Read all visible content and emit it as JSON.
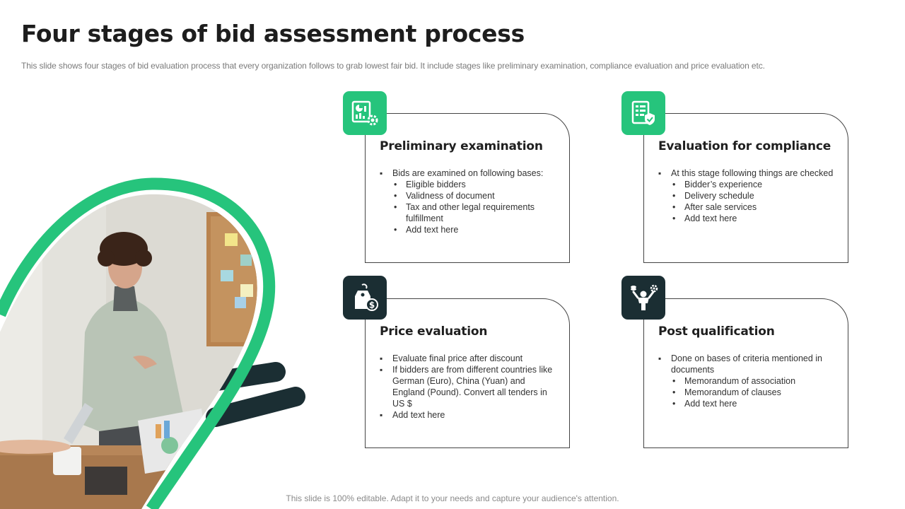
{
  "header": {
    "title": "Four stages of bid assessment process",
    "subtitle": "This slide shows four stages of bid evaluation process that every organization follows to grab lowest fair bid. It include stages like preliminary examination, compliance evaluation and price evaluation etc."
  },
  "colors": {
    "accent_green": "#26c47c",
    "dark_navy": "#1b2e33"
  },
  "stages": [
    {
      "title": "Preliminary examination",
      "icon": "dashboard-report-gear-icon",
      "icon_color": "green",
      "points": [
        {
          "text": "Bids are examined on following bases:",
          "sub": [
            "Eligible bidders",
            "Validness of document",
            "Tax and other legal requirements fulfillment",
            "Add text here"
          ]
        }
      ]
    },
    {
      "title": "Evaluation for compliance",
      "icon": "checklist-shield-icon",
      "icon_color": "green",
      "points": [
        {
          "text": "At this stage following things are checked",
          "sub": [
            "Bidder’s experience",
            "Delivery  schedule",
            "After sale services",
            "Add text here"
          ]
        }
      ]
    },
    {
      "title": "Price evaluation",
      "icon": "price-tag-dollar-icon",
      "icon_color": "dark",
      "points": [
        {
          "text": "Evaluate  final price  after discount",
          "sub": []
        },
        {
          "text": "If bidders are from different  countries like German (Euro),  China (Yuan) and England (Pound).  Convert  all tenders in US $",
          "sub": []
        },
        {
          "text": "Add text here",
          "sub": []
        }
      ]
    },
    {
      "title": "Post qualification",
      "icon": "person-achievement-icon",
      "icon_color": "dark",
      "points": [
        {
          "text": "Done on bases of criteria mentioned in documents",
          "sub": [
            "Memorandum  of association",
            "Memorandum  of clauses",
            "Add text here"
          ]
        }
      ]
    }
  ],
  "footer": "This slide is 100% editable. Adapt it to your needs and capture your audience's attention."
}
